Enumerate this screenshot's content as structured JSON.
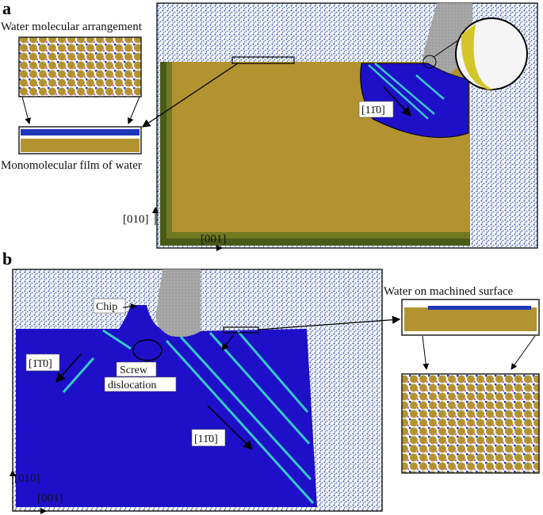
{
  "panel_a": {
    "label": "a",
    "inset_top_title": "Water molecular arrangement",
    "inset_bottom_title": "Monomolecular film of water",
    "direction_label": "[11̄0]",
    "axis_y": "[010]",
    "axis_x": "[001]"
  },
  "panel_b": {
    "label": "b",
    "chip_label": "Chip",
    "screw_label_line1": "Screw",
    "screw_label_line2": "dislocation",
    "direction_left": "[1̄1̄0]",
    "direction_right": "[11̄0]",
    "inset_title": "Water on machined surface",
    "axis_y": "[010]",
    "axis_x": "[001]"
  },
  "colors": {
    "water": "#3a55a8",
    "copper": "#b39330",
    "copper_edge": "#4a5a18",
    "dislocation_region": "#1e10c8",
    "defect": "#36c8c8",
    "tool": "#a8a8a8"
  }
}
